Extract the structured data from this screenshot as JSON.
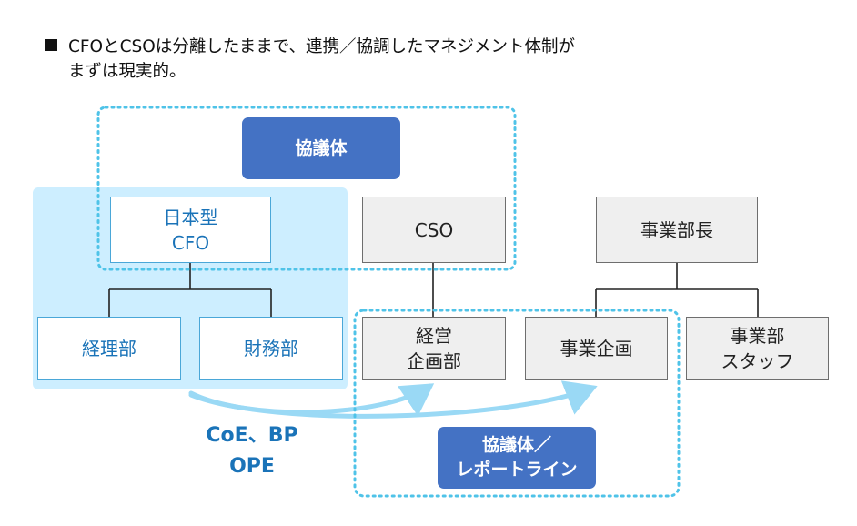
{
  "headline": {
    "line1": "CFOとCSOは分離したままで、連携／協調したマネジメント体制が",
    "line2": "まずは現実的。"
  },
  "pills": {
    "top": "協議体",
    "bottom": "協議体／\nレポートライン"
  },
  "boxes": {
    "cfo": "日本型\nCFO",
    "accounting": "経理部",
    "finance": "財務部",
    "cso": "CSO",
    "corp_planning": "経営\n企画部",
    "bu_head": "事業部長",
    "bu_planning": "事業企画",
    "bu_staff": "事業部\nスタッフ"
  },
  "captions": {
    "line1": "CoE、BP",
    "line2": "OPE"
  },
  "colors": {
    "pill": "#4472c4",
    "panel": "#cdeeff",
    "dotted": "#4fc3e8",
    "arrow": "#9ad9f5",
    "blue_text": "#1a73b8"
  }
}
